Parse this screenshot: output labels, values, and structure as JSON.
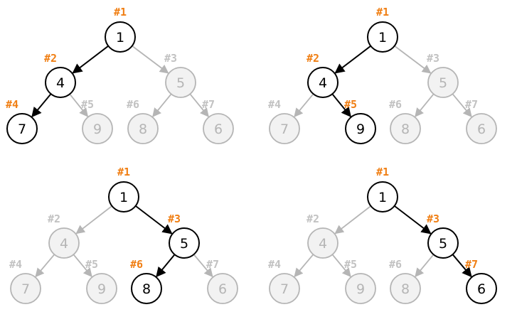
{
  "colors": {
    "active": "#000000",
    "inactive": "#b5b5b5",
    "active_index": "#f07f14",
    "inactive_index": "#c2c2c2",
    "node_fill": "#ffffff",
    "inactive_fill": "#f2f2f2"
  },
  "trees": [
    {
      "nodes": [
        {
          "id": 1,
          "value": "1",
          "index": "#1",
          "active": true
        },
        {
          "id": 2,
          "value": "4",
          "index": "#2",
          "active": true
        },
        {
          "id": 3,
          "value": "5",
          "index": "#3",
          "active": false
        },
        {
          "id": 4,
          "value": "7",
          "index": "#4",
          "active": true
        },
        {
          "id": 5,
          "value": "9",
          "index": "#5",
          "active": false
        },
        {
          "id": 6,
          "value": "8",
          "index": "#6",
          "active": false
        },
        {
          "id": 7,
          "value": "6",
          "index": "#7",
          "active": false
        }
      ]
    },
    {
      "nodes": [
        {
          "id": 1,
          "value": "1",
          "index": "#1",
          "active": true
        },
        {
          "id": 2,
          "value": "4",
          "index": "#2",
          "active": true
        },
        {
          "id": 3,
          "value": "5",
          "index": "#3",
          "active": false
        },
        {
          "id": 4,
          "value": "7",
          "index": "#4",
          "active": false
        },
        {
          "id": 5,
          "value": "9",
          "index": "#5",
          "active": true
        },
        {
          "id": 6,
          "value": "8",
          "index": "#6",
          "active": false
        },
        {
          "id": 7,
          "value": "6",
          "index": "#7",
          "active": false
        }
      ]
    },
    {
      "nodes": [
        {
          "id": 1,
          "value": "1",
          "index": "#1",
          "active": true
        },
        {
          "id": 2,
          "value": "4",
          "index": "#2",
          "active": false
        },
        {
          "id": 3,
          "value": "5",
          "index": "#3",
          "active": true
        },
        {
          "id": 4,
          "value": "7",
          "index": "#4",
          "active": false
        },
        {
          "id": 5,
          "value": "9",
          "index": "#5",
          "active": false
        },
        {
          "id": 6,
          "value": "8",
          "index": "#6",
          "active": true
        },
        {
          "id": 7,
          "value": "6",
          "index": "#7",
          "active": false
        }
      ]
    },
    {
      "nodes": [
        {
          "id": 1,
          "value": "1",
          "index": "#1",
          "active": true
        },
        {
          "id": 2,
          "value": "4",
          "index": "#2",
          "active": false
        },
        {
          "id": 3,
          "value": "5",
          "index": "#3",
          "active": true
        },
        {
          "id": 4,
          "value": "7",
          "index": "#4",
          "active": false
        },
        {
          "id": 5,
          "value": "9",
          "index": "#5",
          "active": false
        },
        {
          "id": 6,
          "value": "8",
          "index": "#6",
          "active": false
        },
        {
          "id": 7,
          "value": "6",
          "index": "#7",
          "active": true
        }
      ]
    }
  ]
}
